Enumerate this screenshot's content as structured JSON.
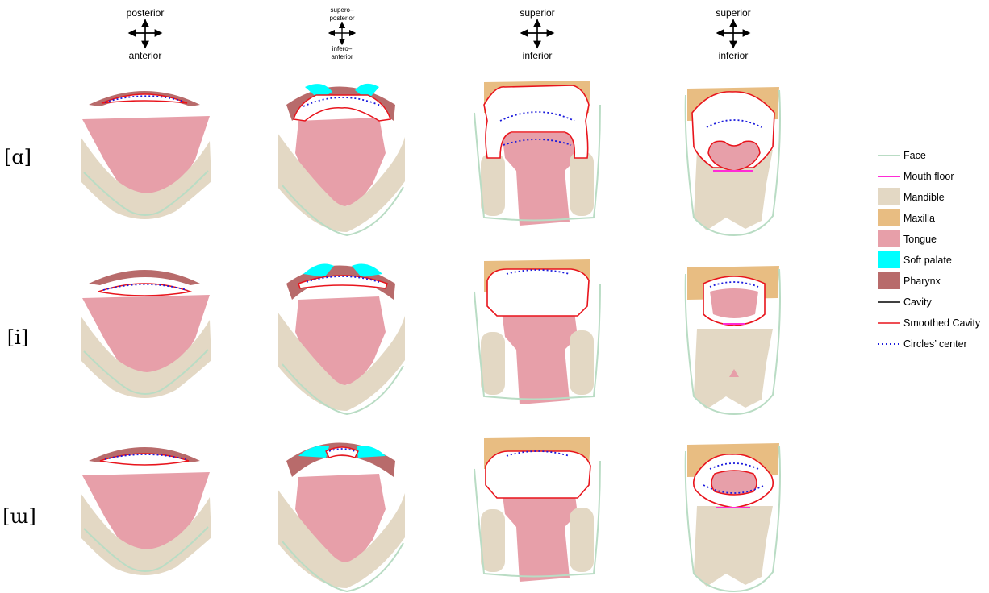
{
  "orientation": [
    {
      "top": "posterior",
      "bottom": "anterior"
    },
    {
      "top1": "supero–",
      "top2": "posterior",
      "bottom1": "infero–",
      "bottom2": "anterior"
    },
    {
      "top": "superior",
      "bottom": "inferior"
    },
    {
      "top": "superior",
      "bottom": "inferior"
    }
  ],
  "rows": [
    "[ɑ]",
    "[i]",
    "[ɯ]"
  ],
  "legend": [
    {
      "label": "Face",
      "swatch": "line",
      "color": "#b9dcc4"
    },
    {
      "label": "Mouth floor",
      "swatch": "line",
      "color": "#ff2bd6"
    },
    {
      "label": "Mandible",
      "swatch": "fill",
      "color": "#e3d8c4"
    },
    {
      "label": "Maxilla",
      "swatch": "fill",
      "color": "#e8bd82"
    },
    {
      "label": "Tongue",
      "swatch": "fill",
      "color": "#e79fa9"
    },
    {
      "label": "Soft palate",
      "swatch": "fill",
      "color": "#00ffff"
    },
    {
      "label": "Pharynx",
      "swatch": "fill",
      "color": "#b86b6b"
    },
    {
      "label": "Cavity",
      "swatch": "line",
      "color": "#000000"
    },
    {
      "label": "Smoothed Cavity",
      "swatch": "line",
      "color": "#e8141c"
    },
    {
      "label": "Circles’ center",
      "swatch": "dots",
      "color": "#1a1adc"
    }
  ],
  "colors": {
    "face": "#b9dcc4",
    "mouth_floor": "#ff2bd6",
    "mandible": "#e3d8c4",
    "maxilla": "#e8bd82",
    "tongue": "#e79fa9",
    "soft_palate": "#00ffff",
    "pharynx": "#b86b6b",
    "cavity": "#000000",
    "smoothed": "#e8141c",
    "circles": "#1a1adc"
  }
}
